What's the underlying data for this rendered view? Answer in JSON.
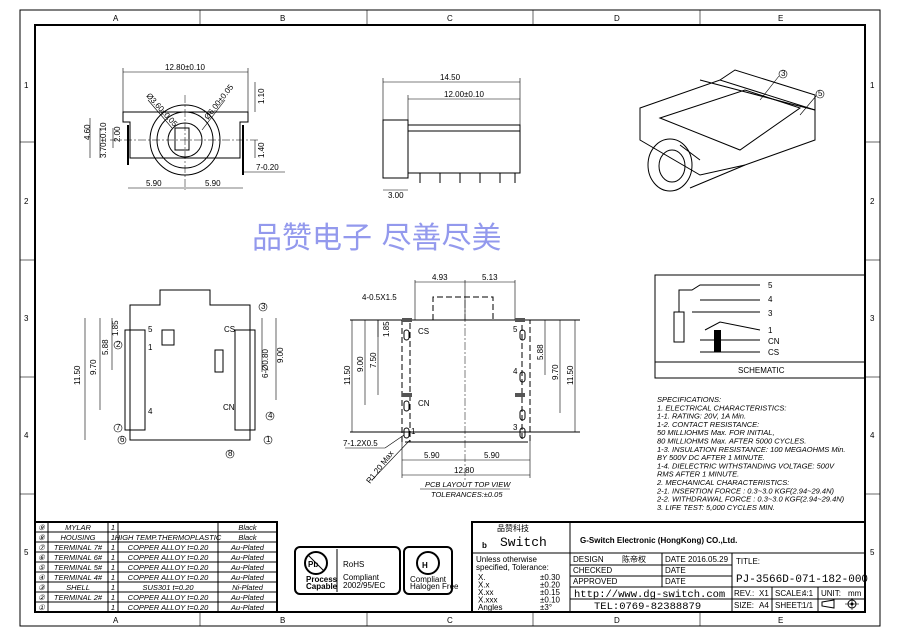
{
  "frame": {
    "columns": [
      "A",
      "B",
      "C",
      "D",
      "E"
    ],
    "rows": [
      "1",
      "2",
      "3",
      "4",
      "5"
    ]
  },
  "watermark": "品赞电子  尽善尽美",
  "front_view": {
    "width": "12.80±0.10",
    "dia_inner": "Ø3.60±0.05",
    "dia_outer": "Ø6.00±0.05",
    "top": "1.10",
    "height": "4.60",
    "center_h": "3.70±0.10",
    "hole": "2.00",
    "bottom": "1.40",
    "pins": "7-0.20",
    "half_left": "5.90",
    "half_right": "5.90"
  },
  "side_view": {
    "total": "14.50",
    "body": "12.00±0.10",
    "nose": "3.00"
  },
  "iso_view": {
    "callouts": [
      "3",
      "5"
    ]
  },
  "bottom_view": {
    "height": "11.50",
    "d1": "9.70",
    "d2": "5.88",
    "d3": "1.85",
    "d4": "6-Ø0.80",
    "d5": "9.00",
    "labels": [
      "5",
      "CS",
      "CN",
      "4",
      "1"
    ],
    "callouts": [
      "3",
      "2",
      "7",
      "4",
      "6",
      "8",
      "1"
    ]
  },
  "pcb_layout": {
    "left": "4.93",
    "right": "5.13",
    "slots": "4-0.5X1.5",
    "d185": "1.85",
    "d750": "7.50",
    "d900": "9.00",
    "d1150l": "11.50",
    "d588": "5.88",
    "d970": "9.70",
    "d1150r": "11.50",
    "pads": "7-1.2X0.5",
    "radius": "R1.20 Max",
    "half_left": "5.90",
    "half_right": "5.90",
    "width": "12.80",
    "pin_labels": [
      "CS",
      "CN",
      "1",
      "5",
      "4",
      "3"
    ],
    "caption": "PCB LAYOUT TOP VIEW",
    "tolerance": "TOLERANCES:±0.05"
  },
  "schematic": {
    "title": "SCHEMATIC",
    "pins": [
      "5",
      "4",
      "3",
      "1",
      "CN",
      "CS"
    ]
  },
  "specifications": [
    "SPECIFICATIONS:",
    "1. ELECTRICAL CHARACTERISTICS:",
    "  1-1. RATING: 20V, 1A Min.",
    "  1-2. CONTACT RESISTANCE:",
    "          50 MILLIOHMS Max. FOR INITIAL,",
    "          80 MILLIOHMS Max. AFTER 5000 CYCLES.",
    "  1-3. INSULATION RESISTANCE: 100 MEGAOHMS Min.",
    "       BY 500V DC AFTER 1 MINUTE.",
    "  1-4. DIELECTRIC WITHSTANDING VOLTAGE: 500V",
    "       RMS AFTER 1 MINUTE.",
    "2. MECHANICAL CHARACTERISTICS:",
    "  2-1. INSERTION FORCE : 0.3~3.0 KGF(2.94~29.4N)",
    "  2-2. WITHDRAWAL FORCE : 0.3~3.0 KGF(2.94~29.4N)",
    "3. LIFE TEST: 5,000 CYCLES MIN."
  ],
  "bom": [
    {
      "no": "⑨",
      "name": "MYLAR",
      "qty": "1",
      "material": "",
      "finish": "Black"
    },
    {
      "no": "⑧",
      "name": "HOUSING",
      "qty": "1",
      "material": "HIGH TEMP.THERMOPLASTIC",
      "finish": "Black"
    },
    {
      "no": "⑦",
      "name": "TERMINAL 7#",
      "qty": "1",
      "material": "COPPER ALLOY t=0.20",
      "finish": "Au-Plated"
    },
    {
      "no": "⑥",
      "name": "TERMINAL 6#",
      "qty": "1",
      "material": "COPPER ALLOY t=0.20",
      "finish": "Au-Plated"
    },
    {
      "no": "⑤",
      "name": "TERMINAL 5#",
      "qty": "1",
      "material": "COPPER ALLOY t=0.20",
      "finish": "Au-Plated"
    },
    {
      "no": "④",
      "name": "TERMINAL 4#",
      "qty": "1",
      "material": "COPPER ALLOY t=0.20",
      "finish": "Au-Plated"
    },
    {
      "no": "③",
      "name": "SHELL",
      "qty": "1",
      "material": "SUS301  t=0.20",
      "finish": "Ni-Plated"
    },
    {
      "no": "②",
      "name": "TERMINAL 2#",
      "qty": "1",
      "material": "COPPER ALLOY t=0.20",
      "finish": "Au-Plated"
    },
    {
      "no": "①",
      "name": "",
      "qty": "1",
      "material": "COPPER ALLOY t=0.20",
      "finish": "Au-Plated"
    }
  ],
  "badges": {
    "pb_line1": "Process",
    "pb_line2": "Capable",
    "rohs": "RoHS",
    "rohs_line1": "Compliant",
    "rohs_line2": "2002/95/EC",
    "hf_line1": "Compliant",
    "hf_line2": "Halogen Free"
  },
  "title_block": {
    "logo_small": "品赞科技",
    "logo": "Switch",
    "company": "G-Switch Electronic (HongKong) CO.,Ltd.",
    "tolerance_head1": "Unless otherwise",
    "tolerance_head2": "specified, Tolerance:",
    "tolerances": [
      {
        "k": "X.",
        "v": "±0.30"
      },
      {
        "k": "X.x",
        "v": "±0.20"
      },
      {
        "k": "X.xx",
        "v": "±0.15"
      },
      {
        "k": "X.xxx",
        "v": "±0.10"
      },
      {
        "k": "Angles",
        "v": "±3°"
      }
    ],
    "design_label": "DESIGN",
    "designer": "陈帝权",
    "checked_label": "CHECKED",
    "approved_label": "APPROVED",
    "date_label": "DATE",
    "date": "2016.05.29",
    "title_label": "TITLE:",
    "part_no": "PJ-3566D-071-182-000",
    "url": "http://www.dg-switch.com",
    "tel": "TEL:0769-82388879",
    "rev_label": "REV.:",
    "rev": "X1",
    "scale_label": "SCALE:",
    "scale": "4:1",
    "unit_label": "UNIT:",
    "unit": "mm",
    "size_label": "SIZE:",
    "size": "A4",
    "sheet_label": "SHEET:",
    "sheet": "1/1"
  }
}
